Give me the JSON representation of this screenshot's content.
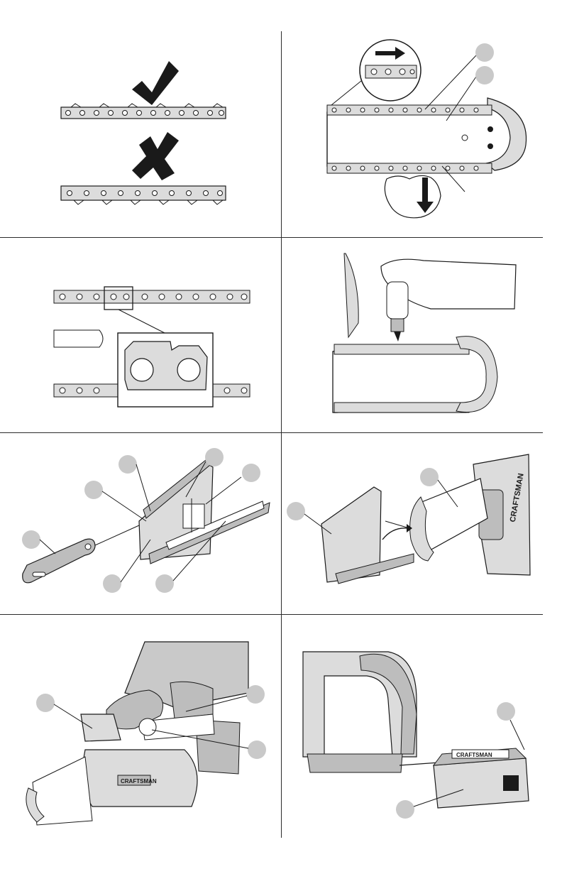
{
  "page": {
    "title": "Chain Saw Manual Illustration Page",
    "colors": {
      "line": "#1a1a1a",
      "fill_light": "#dcdcdc",
      "fill_mid": "#bdbdbd",
      "callout": "#c9c9c9",
      "background": "#ffffff"
    }
  },
  "panels": [
    {
      "id": "chain-orientation",
      "icons": [
        "check-mark-icon",
        "x-mark-icon"
      ]
    },
    {
      "id": "chain-direction",
      "icons": [
        "arrow-right-icon",
        "arrow-down-icon"
      ]
    },
    {
      "id": "chain-link-detail",
      "icons": []
    },
    {
      "id": "oiling-chain",
      "icons": [
        "oil-bottle-icon"
      ]
    },
    {
      "id": "scabbard-parts",
      "icons": [
        "wrench-icon"
      ]
    },
    {
      "id": "scabbard-install",
      "icons": [
        "rotate-arrow-icon"
      ]
    },
    {
      "id": "hands-on-saw",
      "icons": []
    },
    {
      "id": "battery-install",
      "icons": [
        "arrow-right-icon"
      ]
    }
  ],
  "brand": {
    "saw_logo": "CRAFTSMAN",
    "battery_logo": "CRAFTSMAN"
  }
}
